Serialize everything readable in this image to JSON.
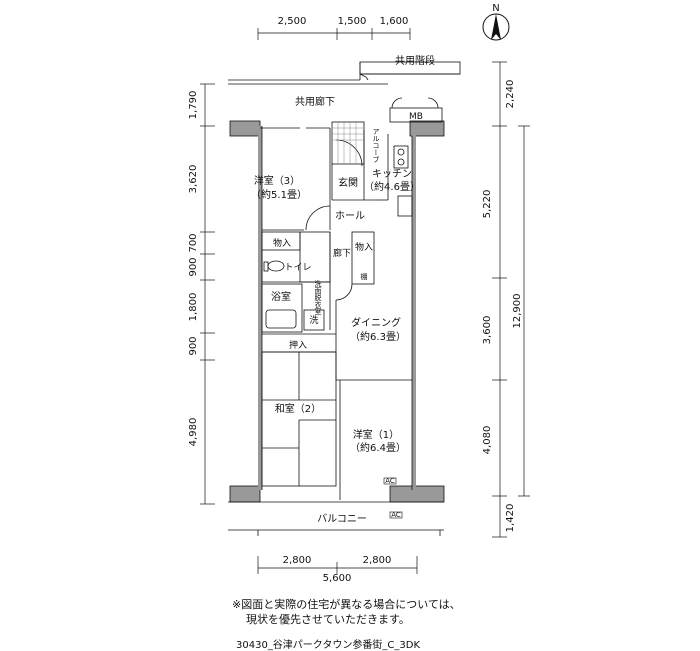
{
  "compass": {
    "north": "N"
  },
  "dimensions": {
    "top": [
      "2,500",
      "1,500",
      "1,600"
    ],
    "bottom_parts": [
      "2,800",
      "2,800"
    ],
    "bottom_total": "5,600",
    "left": [
      "1,790",
      "3,620",
      "700",
      "900",
      "1,800",
      "900",
      "4,980"
    ],
    "right": [
      "2,240",
      "5,220",
      "3,600",
      "4,080",
      "1,420"
    ],
    "right_total": "12,900"
  },
  "labels": {
    "stairs": "共用階段",
    "corridor": "共用廊下",
    "mb": "MB",
    "alcove": "アルコーブ",
    "entrance": "玄関",
    "hall": "ホール",
    "room3_name": "洋室（3）",
    "room3_size": "（約5.1畳）",
    "kitchen_name": "キッチン",
    "kitchen_size": "（約4.6畳）",
    "storage1": "物入",
    "storage2": "物入",
    "hallway": "廊下",
    "toilet": "トイレ",
    "washroom": "洗面脱衣室",
    "bath": "浴室",
    "washer": "洗",
    "shoe": "棚",
    "dining_name": "ダイニング",
    "dining_size": "（約6.3畳）",
    "closet": "押入",
    "washitsu": "和室（2）",
    "room1_name": "洋室（1）",
    "room1_size": "（約6.4畳）",
    "balcony": "バルコニー",
    "ac1": "AC",
    "ac2": "AC"
  },
  "notes": {
    "line1": "※図面と実際の住宅が異なる場合については、",
    "line2": "現状を優先させていただきます。"
  },
  "filename": "30430_谷津パークタウン参番街_C_3DK"
}
